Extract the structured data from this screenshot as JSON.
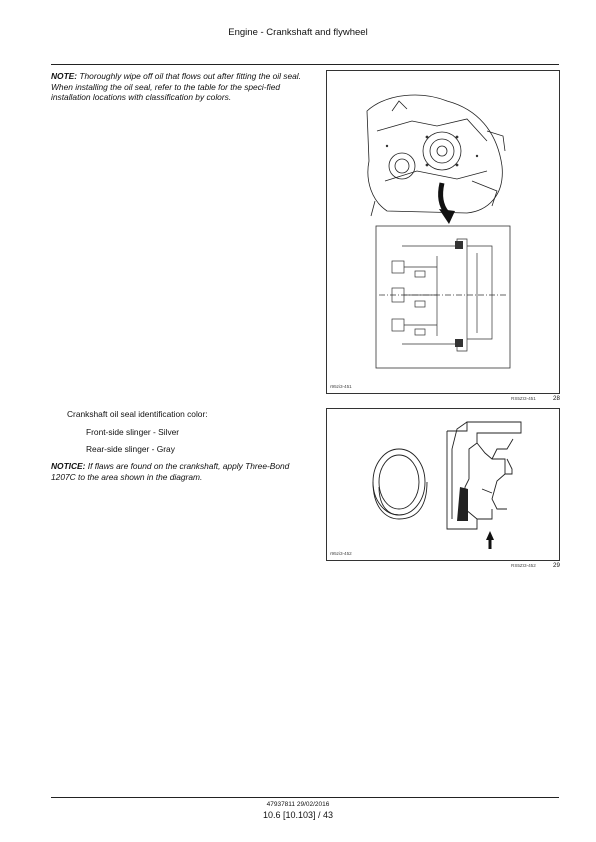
{
  "header": {
    "title": "Engine - Crankshaft and flywheel"
  },
  "note": {
    "label": "NOTE:",
    "line1": " Thoroughly wipe off oil that flows out after fitting the oil seal.",
    "line2": "When installing the oil seal, refer to the table for the speci-fied installation locations with classification by colors."
  },
  "seal_color": {
    "heading": "Crankshaft oil seal identification color:",
    "items": [
      "Front-side slinger - Silver",
      "Rear-side slinger - Gray"
    ]
  },
  "notice": {
    "label": "NOTICE:",
    "text": " If flaws are found on the crankshaft, apply Three-Bond 1207C to the area shown in the diagram."
  },
  "figures": [
    {
      "image_id": "r95zi3-451",
      "caption": "RS5ZI3-451",
      "number": "28"
    },
    {
      "image_id": "r95zi3-452",
      "caption": "RS5ZI3-452",
      "number": "29"
    }
  ],
  "footer": {
    "doc": "47937811 29/02/2016",
    "page": "10.6 [10.103] / 43"
  }
}
